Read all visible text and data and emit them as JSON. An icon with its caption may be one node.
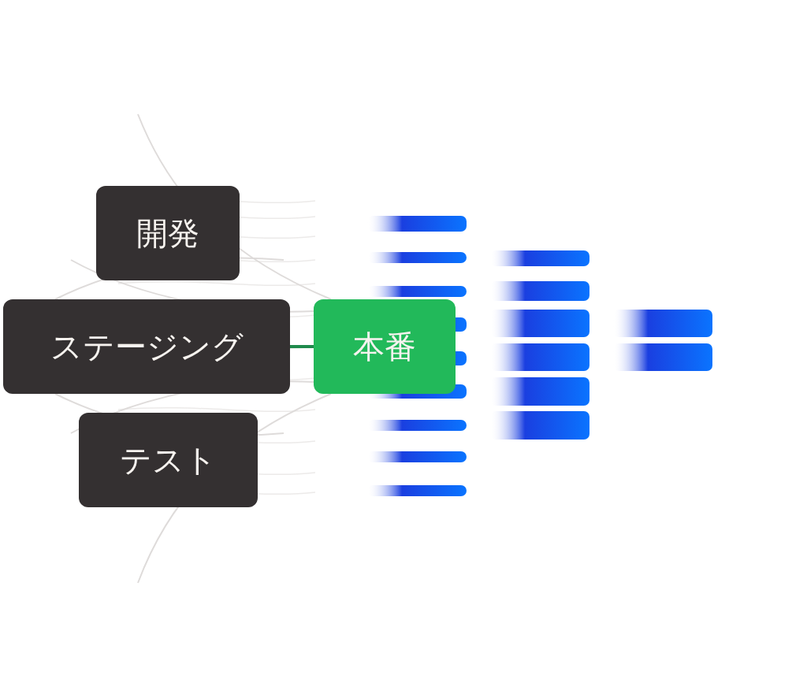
{
  "diagram": {
    "nodes": [
      {
        "text": [
          "開発"
        ]
      },
      {
        "text": [
          "ステージング"
        ]
      },
      {
        "text": [
          "テスト"
        ]
      },
      {
        "text": [
          "本番"
        ]
      }
    ],
    "edges": [
      {
        "from": 1,
        "to": 3,
        "arrow": "none"
      }
    ]
  }
}
